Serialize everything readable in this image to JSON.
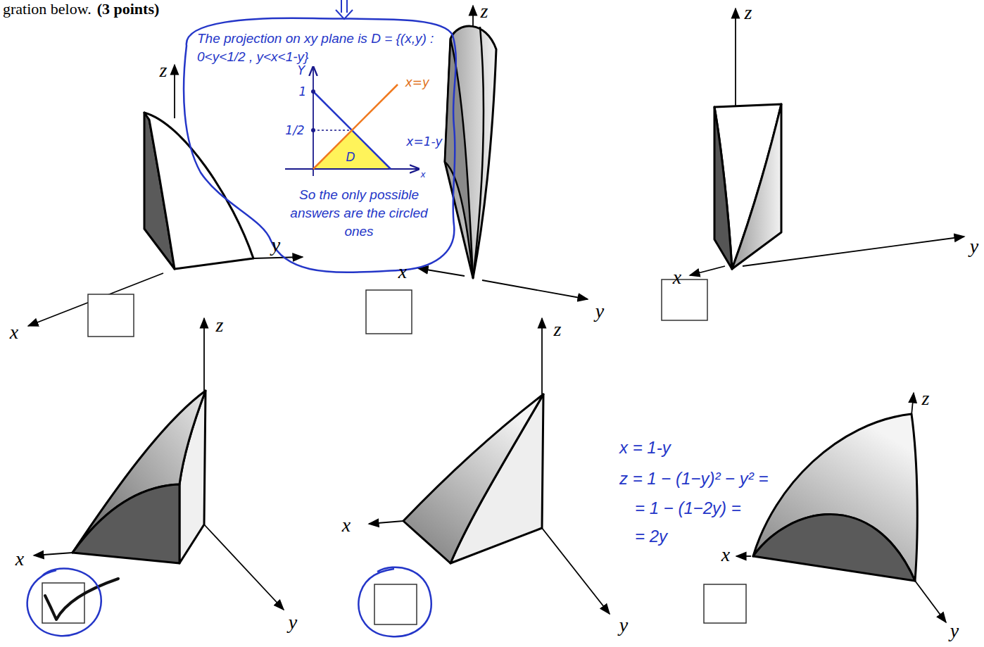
{
  "diagram": {
    "nodes": [
      {
        "text": [
          "The projection on xy plane is D = {(x,y) : 0<y<1/2 , y<x<1-y}",
          "So the only possible answers are the circled ones"
        ]
      }
    ],
    "labels": [
      "gration below.",
      "(3 points)",
      "z",
      "x",
      "y",
      "z",
      "x",
      "y",
      "z",
      "x",
      "y",
      "z",
      "x",
      "y",
      "z",
      "x",
      "y",
      "z",
      "x",
      "y",
      "Y",
      "1",
      "1/2",
      "x=y",
      "x=1-y",
      "D",
      "x",
      "x = 1-y",
      "z = 1 − (1−y)² − y² =",
      "= 1 − (1−2y) =",
      "= 2y"
    ]
  }
}
